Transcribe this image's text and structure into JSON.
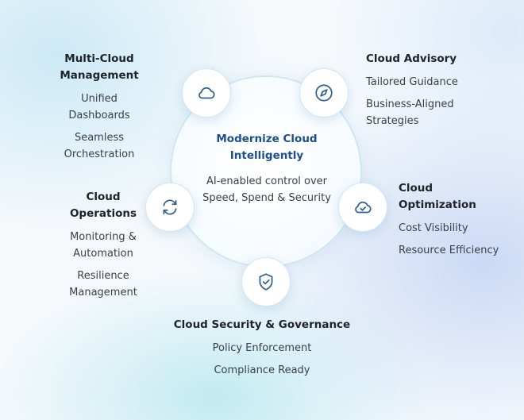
{
  "center": {
    "title": "Modernize Cloud Intelligently",
    "description": "AI-enabled control over Speed, Spend & Security"
  },
  "sections": {
    "multi_cloud": {
      "title": "Multi-Cloud Management",
      "items": [
        "Unified Dashboards",
        "Seamless Orchestration"
      ],
      "icon": "cloud-icon"
    },
    "advisory": {
      "title": "Cloud Advisory",
      "items": [
        "Tailored Guidance",
        "Business-Aligned Strategies"
      ],
      "icon": "compass-icon"
    },
    "optimization": {
      "title": "Cloud Optimization",
      "items": [
        "Cost Visibility",
        "Resource Efficiency"
      ],
      "icon": "cloud-check-icon"
    },
    "operations": {
      "title": "Cloud Operations",
      "items": [
        "Monitoring & Automation",
        "Resilience Management"
      ],
      "icon": "refresh-icon"
    },
    "security": {
      "title": "Cloud Security & Governance",
      "items": [
        "Policy Enforcement",
        "Compliance Ready"
      ],
      "icon": "shield-check-icon"
    }
  },
  "colors": {
    "accent": "#1d4f8e",
    "icon_stroke": "#2f5f8a",
    "ring_border": "#cfe6f3"
  }
}
